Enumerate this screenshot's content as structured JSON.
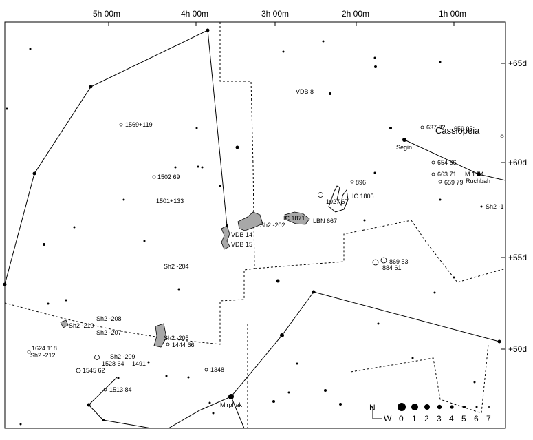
{
  "map": {
    "ra_labels": [
      "5h 00m",
      "4h 00m",
      "3h 00m",
      "2h 00m",
      "1h 00m"
    ],
    "dec_labels": [
      "+65d",
      "+60d",
      "+55d",
      "+50d"
    ],
    "constellation_name": "Cassiopeia",
    "star_names": [
      "Segin",
      "Ruchbah",
      "Mirphak"
    ],
    "objects": [
      {
        "label": "VDB 8"
      },
      {
        "label": "1569+119"
      },
      {
        "label": "1502 69"
      },
      {
        "label": "1501+133"
      },
      {
        "label": "637 82"
      },
      {
        "label": "659 95"
      },
      {
        "label": "654 66"
      },
      {
        "label": "663 71"
      },
      {
        "label": "M 1 74"
      },
      {
        "label": "659 79"
      },
      {
        "label": "Sh2 -1"
      },
      {
        "label": "896"
      },
      {
        "label": "IC 1805"
      },
      {
        "label": "1027 67"
      },
      {
        "label": "IC 1871"
      },
      {
        "label": "LBN 667"
      },
      {
        "label": "Sh2 -202"
      },
      {
        "label": "VDB 14"
      },
      {
        "label": "VDB 15"
      },
      {
        "label": "Sh2 -204"
      },
      {
        "label": "869 53"
      },
      {
        "label": "884 61"
      },
      {
        "label": "Sh2 -208"
      },
      {
        "label": "Sh2 -210"
      },
      {
        "label": "Sh2 -207"
      },
      {
        "label": "Sh2 -205"
      },
      {
        "label": "1444 66"
      },
      {
        "label": "1624 118"
      },
      {
        "label": "Sh2 -212"
      },
      {
        "label": "Sh2 -209"
      },
      {
        "label": "1528 64"
      },
      {
        "label": "1491"
      },
      {
        "label": "1545 62"
      },
      {
        "label": "1348"
      },
      {
        "label": "1513 84"
      }
    ],
    "legend": {
      "orientation_n": "N",
      "orientation_w": "W",
      "magnitudes": [
        "0",
        "1",
        "2",
        "3",
        "4",
        "5",
        "6",
        "7"
      ]
    }
  }
}
